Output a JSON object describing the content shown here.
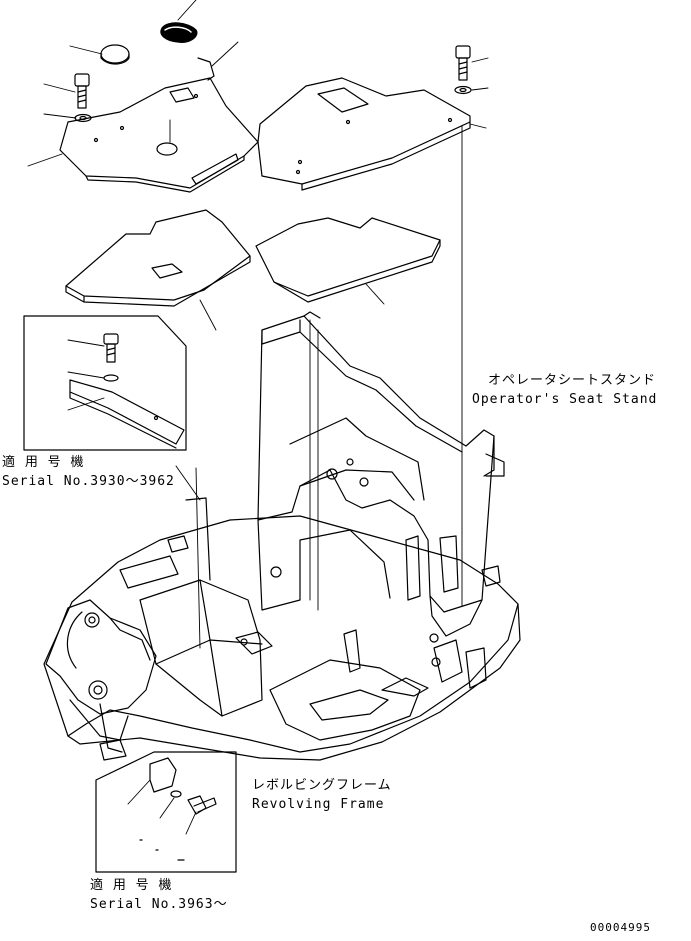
{
  "labels": {
    "operators_seat_stand_jp": "オペレータシートスタンド",
    "operators_seat_stand_en": "Operator's Seat Stand",
    "applicable_jp_1": "適 用 号 機",
    "serial_range_1": "Serial No.3930～3962",
    "revolving_frame_jp": "レボルビングフレーム",
    "revolving_frame_en": "Revolving Frame",
    "applicable_jp_2": "適 用 号 機",
    "serial_range_2": "Serial No.3963～",
    "drawing_number": "00004995"
  },
  "colors": {
    "ink": "#000000",
    "paper": "#ffffff"
  }
}
